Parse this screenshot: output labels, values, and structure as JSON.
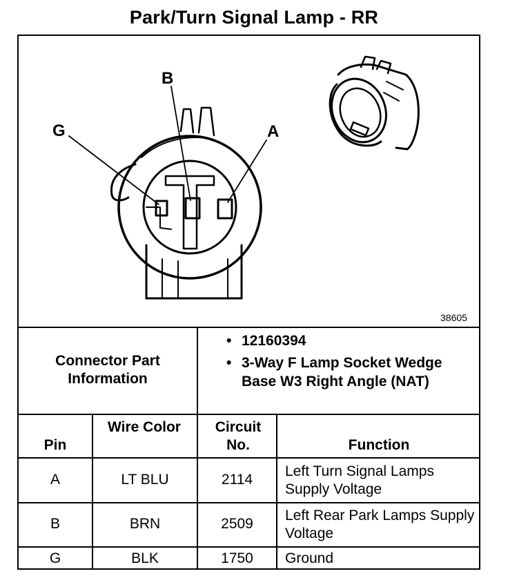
{
  "title": "Park/Turn Signal Lamp - RR",
  "figure_id": "38605",
  "pin_labels": {
    "b": "B",
    "g": "G",
    "a": "A"
  },
  "connector_info": {
    "label": "Connector Part Information",
    "items": [
      "12160394",
      "3-Way F Lamp Socket Wedge Base W3 Right Angle (NAT)"
    ]
  },
  "table": {
    "headers": {
      "pin": "Pin",
      "wire_color": "Wire Color",
      "circuit": "Circuit No.",
      "function": "Function"
    },
    "rows": [
      {
        "pin": "A",
        "wire": "LT BLU",
        "circuit": "2114",
        "function": "Left Turn Signal Lamps Supply Voltage"
      },
      {
        "pin": "B",
        "wire": "BRN",
        "circuit": "2509",
        "function": "Left Rear Park Lamps Supply Voltage"
      },
      {
        "pin": "G",
        "wire": "BLK",
        "circuit": "1750",
        "function": "Ground"
      }
    ]
  }
}
